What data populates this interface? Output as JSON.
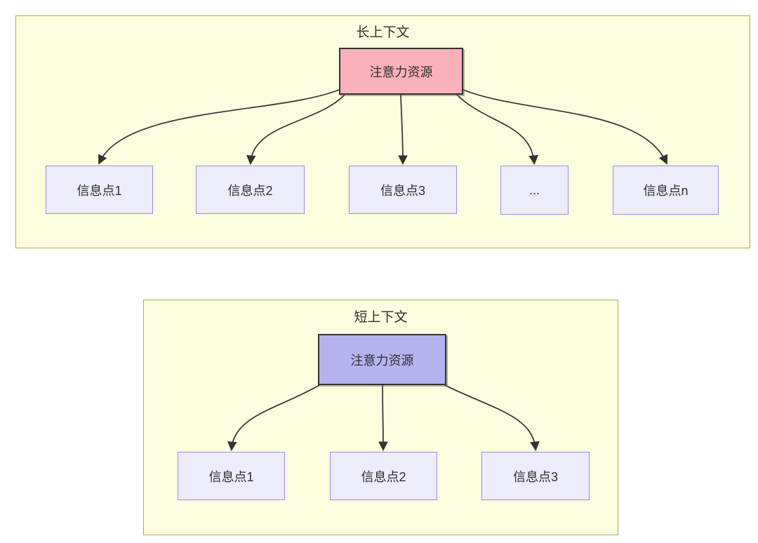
{
  "page": {
    "background": "#ffffff"
  },
  "colors": {
    "container_fill": "#fcfcde",
    "container_border": "#adad3e",
    "long_root_fill": "#fab1ba",
    "short_root_fill": "#b6b3f0",
    "root_border": "#333333",
    "leaf_fill": "#ececfb",
    "leaf_border": "#9c8cdb",
    "arrow": "#333333",
    "text": "#2f2f2f"
  },
  "diagrams": [
    {
      "id": "long-context",
      "title": "长上下文",
      "root": {
        "label": "注意力资源"
      },
      "children": [
        {
          "label": "信息点1"
        },
        {
          "label": "信息点2"
        },
        {
          "label": "信息点3"
        },
        {
          "label": "..."
        },
        {
          "label": "信息点n"
        }
      ]
    },
    {
      "id": "short-context",
      "title": "短上下文",
      "root": {
        "label": "注意力资源"
      },
      "children": [
        {
          "label": "信息点1"
        },
        {
          "label": "信息点2"
        },
        {
          "label": "信息点3"
        }
      ]
    }
  ]
}
